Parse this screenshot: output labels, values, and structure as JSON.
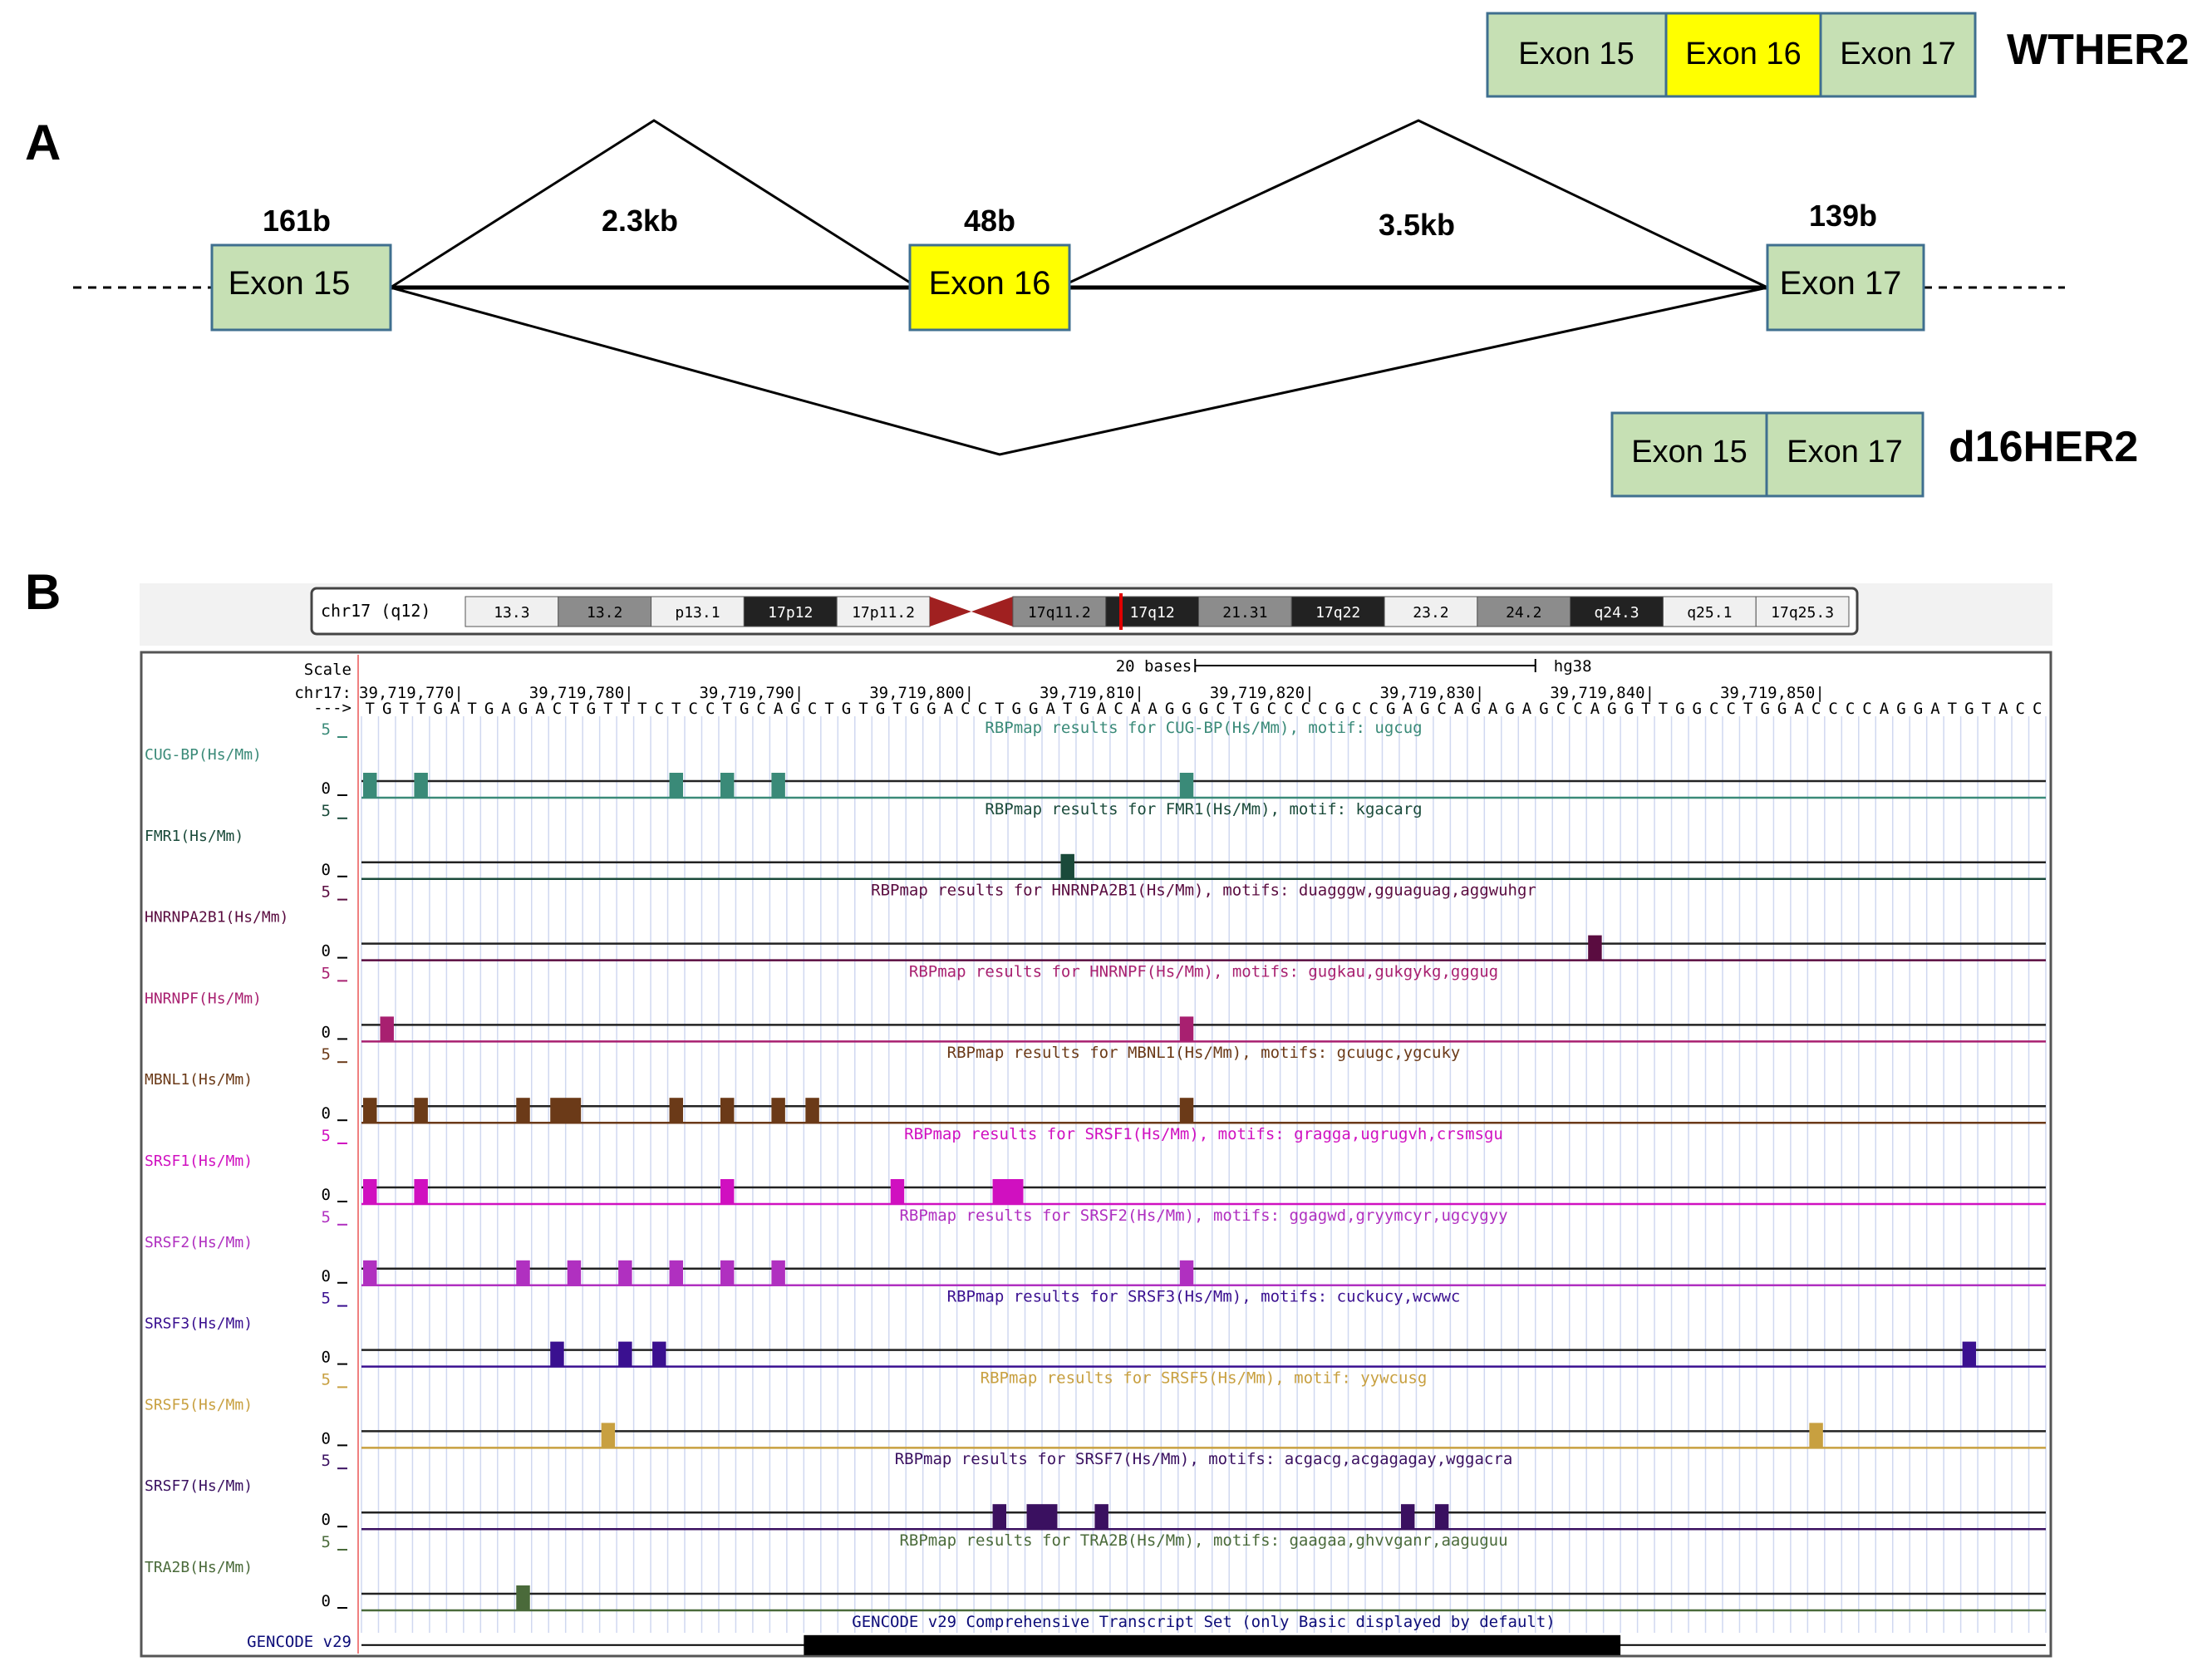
{
  "panel_a": {
    "label": "A",
    "wt_isoform": {
      "exons": [
        "Exon 15",
        "Exon 16",
        "Exon 17"
      ],
      "name": "WTHER2"
    },
    "d16_isoform": {
      "exons": [
        "Exon 15",
        "Exon 17"
      ],
      "name": "d16HER2"
    },
    "exons": [
      {
        "label": "Exon 15",
        "size": "161b"
      },
      {
        "label": "Exon 16",
        "size": "48b"
      },
      {
        "label": "Exon 17",
        "size": "139b"
      }
    ],
    "introns": [
      "2.3kb",
      "3.5kb"
    ],
    "colors": {
      "constitutive": "#c6e0b4",
      "alternative": "#ffff00",
      "border": "#3f6f8f"
    }
  },
  "panel_b": {
    "label": "B",
    "ideogram": {
      "chrom": "chr17 (q12)",
      "bands": [
        {
          "label": "13.3",
          "shade": "light"
        },
        {
          "label": "13.2",
          "shade": "dark"
        },
        {
          "label": "p13.1",
          "shade": "light"
        },
        {
          "label": "17p12",
          "shade": "black"
        },
        {
          "label": "17p11.2",
          "shade": "light"
        },
        {
          "label": "17q11.2",
          "shade": "dark"
        },
        {
          "label": "17q12",
          "shade": "black"
        },
        {
          "label": "21.31",
          "shade": "dark"
        },
        {
          "label": "17q22",
          "shade": "black"
        },
        {
          "label": "23.2",
          "shade": "light"
        },
        {
          "label": "24.2",
          "shade": "dark"
        },
        {
          "label": "q24.3",
          "shade": "black"
        },
        {
          "label": "q25.1",
          "shade": "light"
        },
        {
          "label": "17q25.3",
          "shade": "light"
        }
      ]
    },
    "scale_label": "Scale",
    "scale_value": "20 bases",
    "assembly": "hg38",
    "chrom_label": "chr17:",
    "strand_label": "--->",
    "positions": [
      "39,719,770|",
      "39,719,780|",
      "39,719,790|",
      "39,719,800|",
      "39,719,810|",
      "39,719,820|",
      "39,719,830|",
      "39,719,840|",
      "39,719,850|"
    ],
    "sequence": "TGTTGATGAGACTGTTTCTCCTGCAGCTGTGTGGACCTGGATGACAAGGGCTGCCCCGCCGAGCAGAGAGCCAGGTTGGCCTGGACCCCAGGATGTACC",
    "tracks": [
      {
        "name": "CUG-BP(Hs/Mm)",
        "title": "RBPmap results for CUG-BP(Hs/Mm), motif: ugcug",
        "color": "#3a8a78",
        "ymax": "5",
        "ymin": "0",
        "hits": [
          [
            0,
            1
          ],
          [
            3,
            1
          ],
          [
            18,
            1
          ],
          [
            21,
            1
          ],
          [
            24,
            1
          ],
          [
            48,
            1
          ]
        ]
      },
      {
        "name": "FMR1(Hs/Mm)",
        "title": "RBPmap results for FMR1(Hs/Mm), motif: kgacarg",
        "color": "#1a4a3a",
        "ymax": "5",
        "ymin": "0",
        "hits": [
          [
            41,
            1
          ]
        ]
      },
      {
        "name": "HNRNPA2B1(Hs/Mm)",
        "title": "RBPmap results for HNRNPA2B1(Hs/Mm), motifs: duagggw,gguaguag,aggwuhgr",
        "color": "#5a0c40",
        "ymax": "5",
        "ymin": "0",
        "hits": [
          [
            72,
            1
          ]
        ]
      },
      {
        "name": "HNRNPF(Hs/Mm)",
        "title": "RBPmap results for HNRNPF(Hs/Mm), motifs: gugkau,gukgykg,gggug",
        "color": "#a82070",
        "ymax": "5",
        "ymin": "0",
        "hits": [
          [
            1,
            1
          ],
          [
            48,
            1
          ]
        ]
      },
      {
        "name": "MBNL1(Hs/Mm)",
        "title": "RBPmap results for MBNL1(Hs/Mm), motifs: gcuugc,ygcuky",
        "color": "#6b3a18",
        "ymax": "5",
        "ymin": "0",
        "hits": [
          [
            0,
            1
          ],
          [
            3,
            1
          ],
          [
            9,
            1
          ],
          [
            11,
            2
          ],
          [
            18,
            1
          ],
          [
            21,
            1
          ],
          [
            24,
            1
          ],
          [
            26,
            1
          ],
          [
            48,
            1
          ]
        ]
      },
      {
        "name": "SRSF1(Hs/Mm)",
        "title": "RBPmap results for SRSF1(Hs/Mm), motifs: gragga,ugrugvh,crsmsgu",
        "color": "#d010c0",
        "ymax": "5",
        "ymin": "0",
        "hits": [
          [
            0,
            1
          ],
          [
            3,
            1
          ],
          [
            21,
            1
          ],
          [
            31,
            1
          ],
          [
            37,
            2
          ]
        ]
      },
      {
        "name": "SRSF2(Hs/Mm)",
        "title": "RBPmap results for SRSF2(Hs/Mm), motifs: ggagwd,gryymcyr,ugcygyy",
        "color": "#b030c0",
        "ymax": "5",
        "ymin": "0",
        "hits": [
          [
            0,
            1
          ],
          [
            9,
            1
          ],
          [
            12,
            1
          ],
          [
            15,
            1
          ],
          [
            18,
            1
          ],
          [
            21,
            1
          ],
          [
            24,
            1
          ],
          [
            48,
            1
          ]
        ]
      },
      {
        "name": "SRSF3(Hs/Mm)",
        "title": "RBPmap results for SRSF3(Hs/Mm), motifs: cuckucy,wcwwc",
        "color": "#3a1090",
        "ymax": "5",
        "ymin": "0",
        "hits": [
          [
            11,
            1
          ],
          [
            15,
            1
          ],
          [
            17,
            1
          ],
          [
            94,
            1
          ]
        ]
      },
      {
        "name": "SRSF5(Hs/Mm)",
        "title": "RBPmap results for SRSF5(Hs/Mm), motif: yywcusg",
        "color": "#c8a040",
        "ymax": "5",
        "ymin": "0",
        "hits": [
          [
            14,
            1
          ],
          [
            85,
            1
          ]
        ]
      },
      {
        "name": "SRSF7(Hs/Mm)",
        "title": "RBPmap results for SRSF7(Hs/Mm), motifs: acgacg,acgagagay,wggacra",
        "color": "#3a1060",
        "ymax": "5",
        "ymin": "0",
        "hits": [
          [
            37,
            1
          ],
          [
            39,
            2
          ],
          [
            43,
            1
          ],
          [
            61,
            1
          ],
          [
            63,
            1
          ]
        ]
      },
      {
        "name": "TRA2B(Hs/Mm)",
        "title": "RBPmap results for TRA2B(Hs/Mm), motifs: gaagaa,ghvvganr,aaguguu",
        "color": "#4a6a3a",
        "ymax": "5",
        "ymin": "0",
        "hits": [
          [
            9,
            1
          ]
        ]
      }
    ],
    "gencode": {
      "name": "GENCODE v29",
      "title": "GENCODE v29 Comprehensive Transcript Set (only Basic displayed by default)",
      "color": "#0c0c78",
      "span": [
        26,
        74
      ]
    }
  }
}
